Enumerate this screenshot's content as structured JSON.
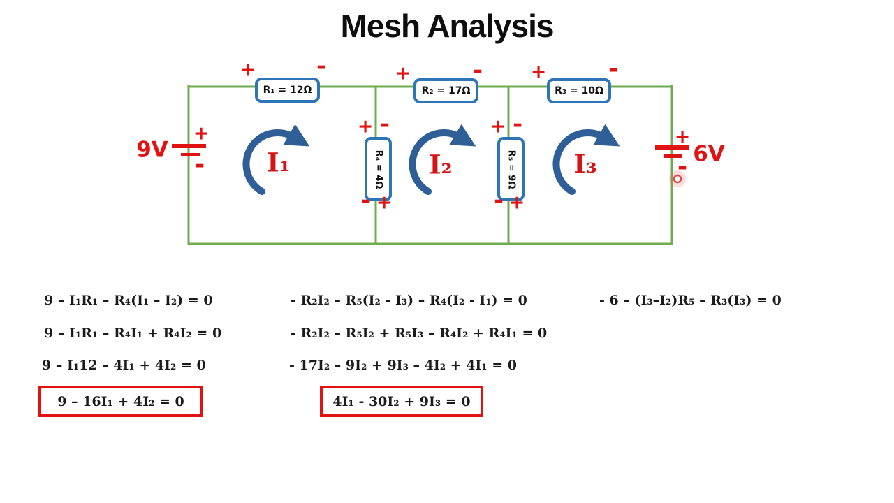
{
  "title": "Mesh Analysis",
  "colors": {
    "wire_green": "#6fab4f",
    "component_blue": "#2e75b6",
    "arrow_blue": "#2e5f97",
    "accent_red": "#e01212"
  },
  "circuit": {
    "resistors": [
      {
        "id": "R1",
        "label": "R₁ = 12Ω",
        "orientation": "horizontal"
      },
      {
        "id": "R2",
        "label": "R₂ = 17Ω",
        "orientation": "horizontal"
      },
      {
        "id": "R3",
        "label": "R₃ = 10Ω",
        "orientation": "horizontal"
      },
      {
        "id": "R4",
        "label": "R₄ = 4Ω",
        "orientation": "vertical"
      },
      {
        "id": "R5",
        "label": "R₅ = 9Ω",
        "orientation": "vertical"
      }
    ],
    "sources": [
      {
        "id": "V1",
        "label": "9V",
        "polarity": "plus top, minus bottom"
      },
      {
        "id": "V2",
        "label": "6V",
        "polarity": "plus top, minus bottom"
      }
    ],
    "meshes": [
      {
        "id": "mesh1",
        "label": "I₁",
        "direction": "clockwise"
      },
      {
        "id": "mesh2",
        "label": "I₂",
        "direction": "clockwise"
      },
      {
        "id": "mesh3",
        "label": "I₃",
        "direction": "clockwise"
      }
    ],
    "signs": {
      "plus": "+",
      "minus": "-"
    }
  },
  "equations": {
    "mesh1": [
      "9 – I₁R₁ – R₄(I₁ – I₂) = 0",
      "9 – I₁R₁ – R₄I₁ + R₄I₂ = 0",
      "9 – I₁12 – 4I₁ + 4I₂ = 0"
    ],
    "mesh1_result": "9 – 16I₁ + 4I₂ = 0",
    "mesh2": [
      "- R₂I₂ – R₅(I₂ - I₃) – R₄(I₂ - I₁) = 0",
      "- R₂I₂ – R₅I₂ + R₅I₃ – R₄I₂ + R₄I₁ = 0",
      "- 17I₂ – 9I₂ + 9I₃ – 4I₂ + 4I₁ = 0"
    ],
    "mesh2_result": "4I₁ - 30I₂ + 9I₃ = 0",
    "mesh3": [
      "- 6 – (I₃–I₂)R₅ – R₃(I₃) = 0"
    ]
  }
}
